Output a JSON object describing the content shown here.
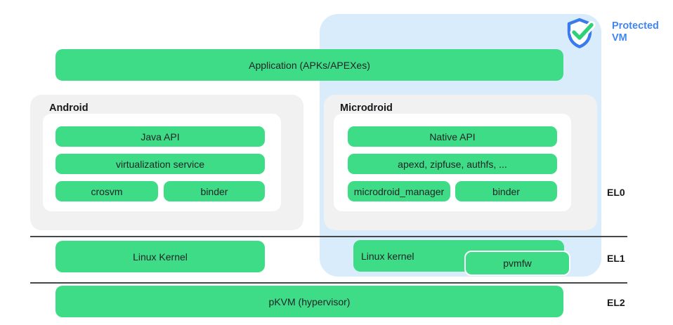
{
  "colors": {
    "bar_green": "#3edc86",
    "protected_vm_blue_bg": "#d9ecfc",
    "group_gray": "#f1f1f1",
    "accent_blue": "#4285f4",
    "check_green": "#2fd078",
    "text_dark": "#1f2326"
  },
  "badge": {
    "label": "Protected VM",
    "icon": "shield-check-icon"
  },
  "layers": {
    "application": "Application (APKs/APEXes)",
    "android": {
      "title": "Android",
      "java_api": "Java API",
      "virtualization_service": "virtualization service",
      "crosvm": "crosvm",
      "binder": "binder"
    },
    "microdroid": {
      "title": "Microdroid",
      "native_api": "Native API",
      "apexd": "apexd, zipfuse, authfs, ...",
      "microdroid_manager": "microdroid_manager",
      "binder": "binder"
    },
    "el1": {
      "linux_kernel_host": "Linux Kernel",
      "linux_kernel_guest": "Linux kernel",
      "pvmfw": "pvmfw"
    },
    "el2": {
      "pkvm": "pKVM (hypervisor)"
    }
  },
  "exception_levels": {
    "el0": "EL0",
    "el1": "EL1",
    "el2": "EL2"
  }
}
